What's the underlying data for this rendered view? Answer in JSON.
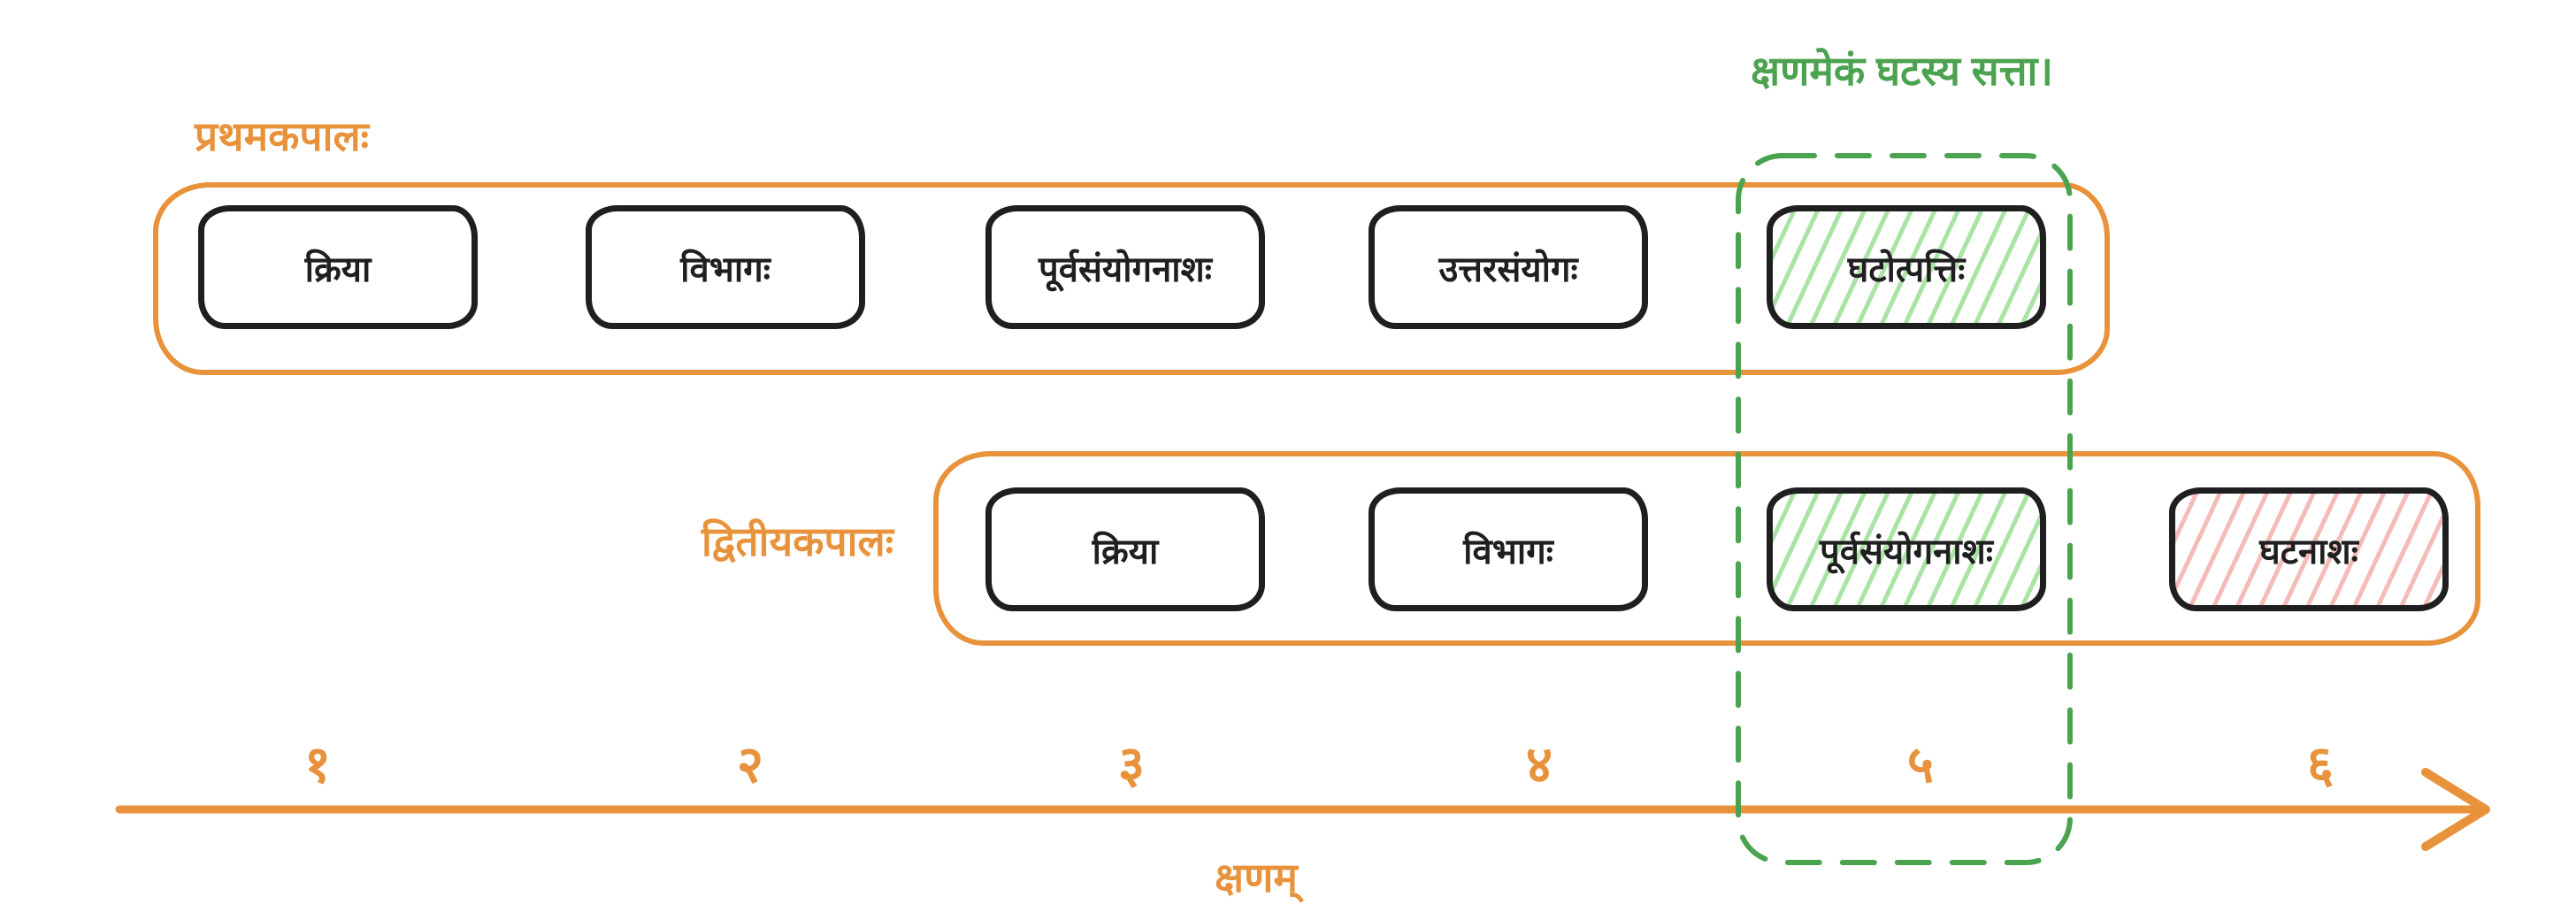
{
  "colors": {
    "orange": "#e8933c",
    "green": "#4ba24f",
    "green-hatch": "#abe3a6",
    "red-hatch": "#f5bcb7",
    "ink": "#1f1f1f"
  },
  "annotation": {
    "text": "क्षणमेकं घटस्य सत्ता।",
    "highlighted_moment": 5
  },
  "rows": [
    {
      "label": "प्रथमकपालः",
      "boxes": [
        {
          "label": "क्रिया",
          "slot": 1,
          "highlight": "none"
        },
        {
          "label": "विभागः",
          "slot": 2,
          "highlight": "none"
        },
        {
          "label": "पूर्वसंयोगनाशः",
          "slot": 3,
          "highlight": "none"
        },
        {
          "label": "उत्तरसंयोगः",
          "slot": 4,
          "highlight": "none"
        },
        {
          "label": "घटोत्पत्तिः",
          "slot": 5,
          "highlight": "green"
        }
      ]
    },
    {
      "label": "द्वितीयकपालः",
      "boxes": [
        {
          "label": "क्रिया",
          "slot": 3,
          "highlight": "none"
        },
        {
          "label": "विभागः",
          "slot": 4,
          "highlight": "none"
        },
        {
          "label": "पूर्वसंयोगनाशः",
          "slot": 5,
          "highlight": "green"
        },
        {
          "label": "घटनाशः",
          "slot": 6,
          "highlight": "red"
        }
      ]
    }
  ],
  "axis": {
    "label": "क्षणम्",
    "ticks": [
      "१",
      "२",
      "३",
      "४",
      "५",
      "६"
    ],
    "tick_values": [
      1,
      2,
      3,
      4,
      5,
      6
    ]
  }
}
